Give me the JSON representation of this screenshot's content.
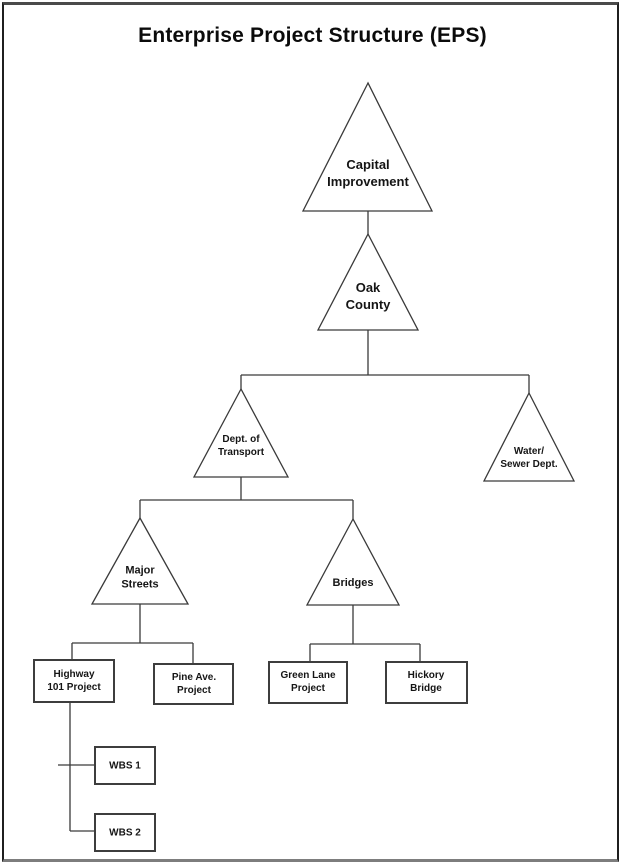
{
  "title": "Enterprise Project Structure (EPS)",
  "colors": {
    "line": "#3a3a3a",
    "shape_border": "#3d3d3d",
    "shape_fill": "#ffffff",
    "text": "#151515"
  },
  "nodes": {
    "capital_improvement": {
      "label": "Capital\nImprovement",
      "shape": "triangle",
      "parent": null
    },
    "oak_county": {
      "label": "Oak\nCounty",
      "shape": "triangle",
      "parent": "capital_improvement"
    },
    "dept_of_transport": {
      "label": "Dept. of\nTransport",
      "shape": "triangle",
      "parent": "oak_county"
    },
    "water_sewer_dept": {
      "label": "Water/\nSewer Dept.",
      "shape": "triangle",
      "parent": "oak_county"
    },
    "major_streets": {
      "label": "Major\nStreets",
      "shape": "triangle",
      "parent": "dept_of_transport"
    },
    "bridges": {
      "label": "Bridges",
      "shape": "triangle",
      "parent": "dept_of_transport"
    },
    "highway_101_project": {
      "label": "Highway\n101 Project",
      "shape": "rectangle",
      "parent": "major_streets"
    },
    "pine_ave_project": {
      "label": "Pine Ave.\nProject",
      "shape": "rectangle",
      "parent": "major_streets"
    },
    "green_lane_project": {
      "label": "Green Lane\nProject",
      "shape": "rectangle",
      "parent": "bridges"
    },
    "hickory_bridge": {
      "label": "Hickory\nBridge",
      "shape": "rectangle",
      "parent": "bridges"
    },
    "wbs_1": {
      "label": "WBS 1",
      "shape": "rectangle",
      "parent": "highway_101_project"
    },
    "wbs_2": {
      "label": "WBS 2",
      "shape": "rectangle",
      "parent": "highway_101_project"
    }
  }
}
